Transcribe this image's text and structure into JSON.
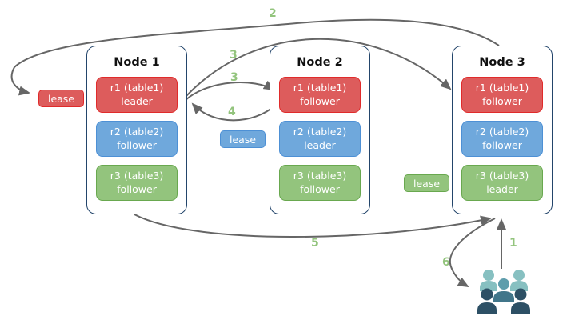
{
  "diagram": {
    "nodes": [
      {
        "title": "Node 1",
        "replicas": [
          {
            "label": "r1 (table1)",
            "role": "leader",
            "color": "red"
          },
          {
            "label": "r2 (table2)",
            "role": "follower",
            "color": "blue"
          },
          {
            "label": "r3 (table3)",
            "role": "follower",
            "color": "green"
          }
        ]
      },
      {
        "title": "Node 2",
        "replicas": [
          {
            "label": "r1 (table1)",
            "role": "follower",
            "color": "red"
          },
          {
            "label": "r2 (table2)",
            "role": "leader",
            "color": "blue"
          },
          {
            "label": "r3 (table3)",
            "role": "follower",
            "color": "green"
          }
        ]
      },
      {
        "title": "Node 3",
        "replicas": [
          {
            "label": "r1 (table1)",
            "role": "follower",
            "color": "red"
          },
          {
            "label": "r2 (table2)",
            "role": "follower",
            "color": "blue"
          },
          {
            "label": "r3 (table3)",
            "role": "leader",
            "color": "green"
          }
        ]
      }
    ],
    "leases": [
      {
        "label": "lease",
        "color": "red"
      },
      {
        "label": "lease",
        "color": "blue"
      },
      {
        "label": "lease",
        "color": "green"
      }
    ],
    "steps": {
      "s1": "1",
      "s2": "2",
      "s3a": "3",
      "s3b": "3",
      "s4": "4",
      "s5": "5",
      "s6": "6"
    },
    "icons": {
      "users": "users-group-icon"
    },
    "colors": {
      "red_fill": "#dd5c5c",
      "red_border": "#e02b2b",
      "blue_fill": "#6fa8dc",
      "blue_border": "#4d90d5",
      "green_fill": "#93c47d",
      "green_border": "#69a84f",
      "node_border": "#23456b",
      "arrow": "#666666",
      "step_label": "#93c47d",
      "users_light": "#87c0c1",
      "users_mid_head": "#5e9dac",
      "users_mid_body": "#41768a",
      "users_dark": "#2d5065"
    }
  }
}
